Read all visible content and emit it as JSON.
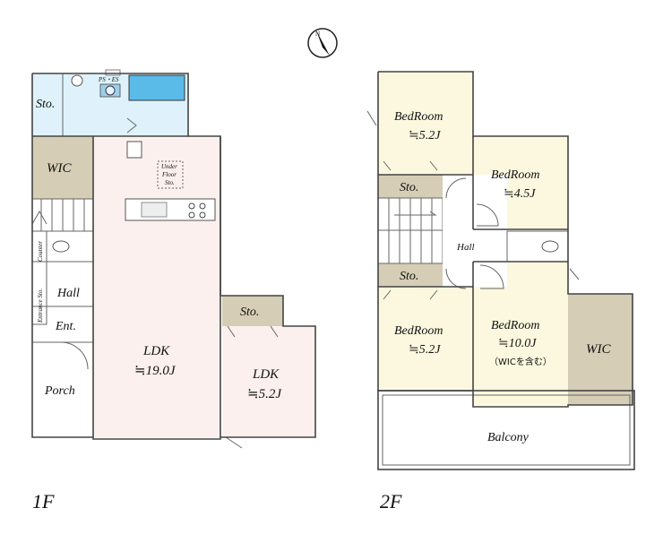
{
  "colors": {
    "wet_area": "#dff2fb",
    "storage": "#d5cdb5",
    "ldk": "#fbf0ee",
    "bedroom": "#fbf8df",
    "balcony": "#ffffff",
    "wall": "#444444"
  },
  "compass": {
    "label": "N"
  },
  "floor1": {
    "label": "1F",
    "rooms": {
      "sto_top": "Sto.",
      "ps_es": "PS・ES",
      "wic": "WIC",
      "under_floor_1": "Under",
      "under_floor_2": "Floor",
      "under_floor_3": "Sto.",
      "counter": "Counter",
      "entrance_sto": "Entrance Sto.",
      "hall": "Hall",
      "ent": "Ent.",
      "porch": "Porch",
      "ldk_main_name": "LDK",
      "ldk_main_size": "≒19.0J",
      "sto_right": "Sto.",
      "ldk_side_name": "LDK",
      "ldk_side_size": "≒5.2J"
    }
  },
  "floor2": {
    "label": "2F",
    "rooms": {
      "bed_nw_name": "BedRoom",
      "bed_nw_size": "≒5.2J",
      "bed_ne_name": "BedRoom",
      "bed_ne_size": "≒4.5J",
      "sto_upper": "Sto.",
      "hall": "Hall",
      "sto_lower": "Sto.",
      "bed_sw_name": "BedRoom",
      "bed_sw_size": "≒5.2J",
      "bed_se_name": "BedRoom",
      "bed_se_size": "≒10.0J",
      "bed_se_note": "（WICを含む）",
      "wic": "WIC",
      "balcony": "Balcony"
    }
  }
}
